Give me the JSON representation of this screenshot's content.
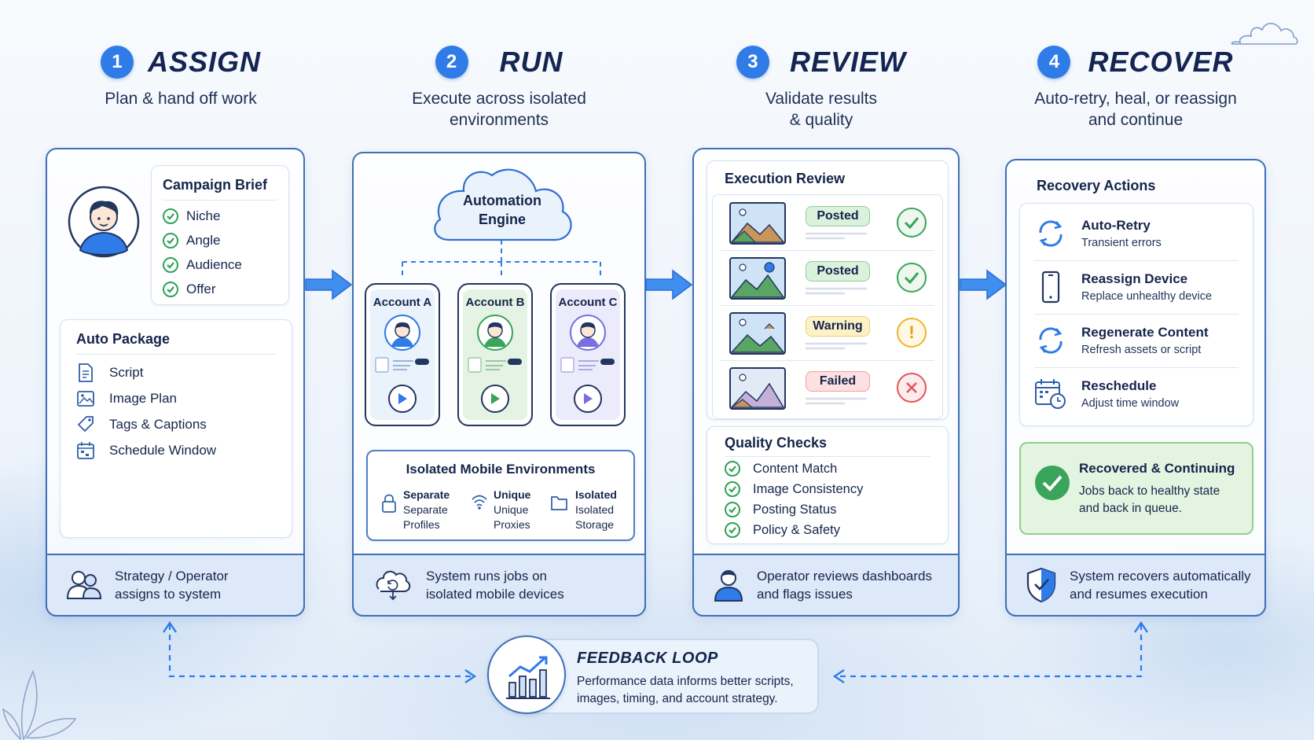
{
  "steps": [
    {
      "num": "1",
      "title": "ASSIGN",
      "sub1": "Plan & hand off work",
      "sub2": ""
    },
    {
      "num": "2",
      "title": "RUN",
      "sub1": "Execute across isolated",
      "sub2": "environments"
    },
    {
      "num": "3",
      "title": "REVIEW",
      "sub1": "Validate results",
      "sub2": "& quality"
    },
    {
      "num": "4",
      "title": "RECOVER",
      "sub1": "Auto-retry, heal, or reassign",
      "sub2": "and continue"
    }
  ],
  "assign": {
    "brief_title": "Campaign Brief",
    "brief_items": [
      "Niche",
      "Angle",
      "Audience",
      "Offer"
    ],
    "package_title": "Auto Package",
    "package_items": [
      {
        "label": "Script",
        "icon": "document-icon"
      },
      {
        "label": "Image Plan",
        "icon": "image-icon"
      },
      {
        "label": "Tags & Captions",
        "icon": "tag-icon"
      },
      {
        "label": "Schedule Window",
        "icon": "calendar-icon"
      }
    ],
    "footer_line1": "Strategy / Operator",
    "footer_line2": "assigns to system"
  },
  "run": {
    "engine_line1": "Automation",
    "engine_line2": "Engine",
    "accounts": [
      "Account A",
      "Account B",
      "Account C"
    ],
    "env_title": "Isolated Mobile Environments",
    "env_items": [
      {
        "bold": "Separate",
        "line2": "Separate",
        "line3": "Profiles",
        "icon": "lock-icon"
      },
      {
        "bold": "Unique",
        "line2": "Unique",
        "line3": "Proxies",
        "icon": "wifi-icon"
      },
      {
        "bold": "Isolated",
        "line2": "Isolated",
        "line3": "Storage",
        "icon": "folder-icon"
      }
    ],
    "footer_line1": "System runs jobs on",
    "footer_line2": "isolated mobile devices"
  },
  "review": {
    "exec_title": "Execution Review",
    "rows": [
      {
        "status": "Posted",
        "kind": "ok"
      },
      {
        "status": "Posted",
        "kind": "ok"
      },
      {
        "status": "Warning",
        "kind": "warn"
      },
      {
        "status": "Failed",
        "kind": "fail"
      }
    ],
    "quality_title": "Quality Checks",
    "quality_items": [
      "Content Match",
      "Image Consistency",
      "Posting Status",
      "Policy & Safety"
    ],
    "footer_line1": "Operator reviews dashboards",
    "footer_line2": "and flags issues"
  },
  "recover": {
    "actions_title": "Recovery Actions",
    "actions": [
      {
        "title": "Auto-Retry",
        "sub": "Transient errors",
        "icon": "refresh-icon"
      },
      {
        "title": "Reassign Device",
        "sub": "Replace unhealthy device",
        "icon": "phone-icon"
      },
      {
        "title": "Regenerate Content",
        "sub": "Refresh assets or script",
        "icon": "regenerate-icon"
      },
      {
        "title": "Reschedule",
        "sub": "Adjust time window",
        "icon": "calendar-clock-icon"
      }
    ],
    "recovered_title": "Recovered & Continuing",
    "recovered_line1": "Jobs back to healthy state",
    "recovered_line2": "and back in queue.",
    "footer_line1": "System recovers automatically",
    "footer_line2": "and resumes execution"
  },
  "feedback": {
    "title": "FEEDBACK LOOP",
    "line1": "Performance data informs better scripts,",
    "line2": "images, timing, and account strategy."
  },
  "colors": {
    "accent": "#2f7be8",
    "navy": "#15254a",
    "green": "#2ea356",
    "amber": "#f0b429",
    "red": "#e2545a"
  }
}
